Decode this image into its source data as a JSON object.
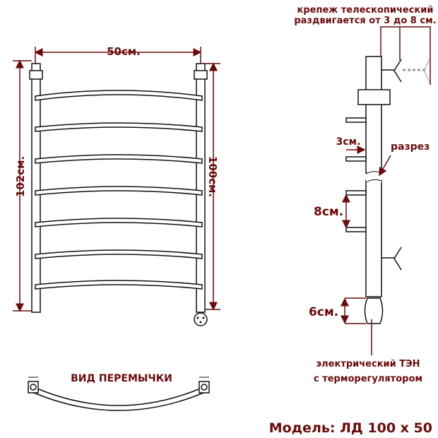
{
  "labels": {
    "width": "50см.",
    "height_total": "102см.",
    "height_axis": "100см.",
    "mount_line1": "крепеж телескопический",
    "mount_line2": "раздвигается от 3 до 8 см.",
    "wall_gap": "3см.",
    "section": "разрез",
    "pipe_gap": "8см.",
    "heater_len": "6см.",
    "heater_line1": "электрический   ТЭН",
    "heater_line2": "с терморегулятором",
    "jumper_view": "ВИД ПЕРЕМЫЧКИ",
    "model": "Модель: ЛД 100 х 50"
  },
  "colors": {
    "accent": "#6b0a0a",
    "line": "#111111"
  }
}
